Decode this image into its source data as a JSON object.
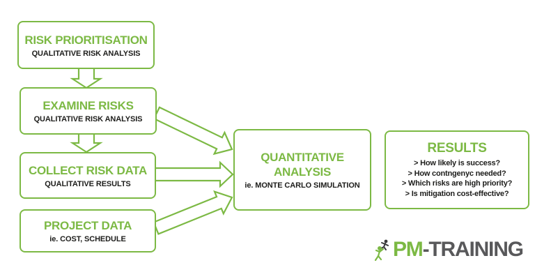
{
  "colors": {
    "green": "#7cb944",
    "text_dark": "#1d1d1b",
    "logo_gray": "#58585a"
  },
  "boxes": [
    {
      "title": "RISK PRIORITISATION",
      "subtitle": "QUALITATIVE RISK ANALYSIS"
    },
    {
      "title": "EXAMINE RISKS",
      "subtitle": "QUALITATIVE RISK ANALYSIS"
    },
    {
      "title": "COLLECT RISK DATA",
      "subtitle": "QUALITATIVE RESULTS"
    },
    {
      "title": "PROJECT DATA",
      "subtitle": "ie. COST, SCHEDULE"
    },
    {
      "title": "QUANTITATIVE\nANALYSIS",
      "subtitle": "ie. MONTE CARLO SIMULATION"
    }
  ],
  "results": {
    "title": "RESULTS",
    "items": [
      "> How likely is success?",
      "> How contngenyc needed?",
      "> Which risks are high priority?",
      "> Is mitigation cost-effective?"
    ]
  },
  "logo": {
    "prefix": "PM",
    "suffix": "-TRAINING"
  }
}
